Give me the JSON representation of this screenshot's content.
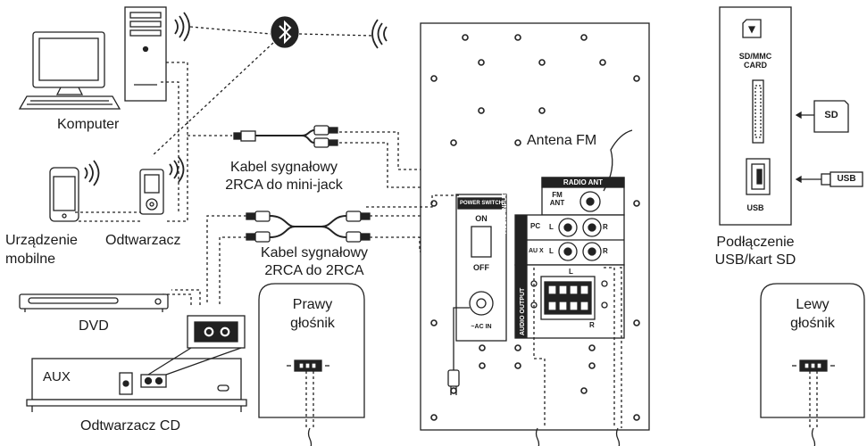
{
  "labels": {
    "computer": "Komputer",
    "mobile_device_line1": "Urządzenie",
    "mobile_device_line2": "mobilne",
    "player": "Odtwarzacz",
    "cable_minijack_line1": "Kabel sygnałowy",
    "cable_minijack_line2": "2RCA do mini-jack",
    "cable_2rca_line1": "Kabel sygnałowy",
    "cable_2rca_line2": "2RCA do 2RCA",
    "dvd": "DVD",
    "aux": "AUX",
    "cd_player": "Odtwarzacz CD",
    "right_speaker_line1": "Prawy",
    "right_speaker_line2": "głośnik",
    "left_speaker_line1": "Lewy",
    "left_speaker_line2": "głośnik",
    "fm_antenna": "Antena FM",
    "usb_sd_line1": "Podłączenie",
    "usb_sd_line2": "USB/kart SD"
  },
  "panel": {
    "radio_ant": "RADIO ANT",
    "fm": "FM",
    "ant": "ANT",
    "audio_input": "AUDIO INPUT",
    "pc": "PC",
    "aux_in": "AU X",
    "left": "L",
    "right": "R",
    "audio_output": "AUDIO OUTPUT",
    "power_switch": "POWER SWITCH",
    "on": "ON",
    "off": "OFF",
    "ac_in": "~AC IN"
  },
  "usb_panel": {
    "sd_mmc_line1": "SD/MMC",
    "sd_mmc_line2": "CARD",
    "usb": "USB",
    "sd_tag": "SD",
    "usb_tag": "USB"
  },
  "icons": [
    "computer-icon",
    "pc-tower-icon",
    "bluetooth-icon",
    "wifi-signal-icon",
    "smartphone-icon",
    "mp3-player-icon",
    "rca-plug-icon",
    "minijack-plug-icon",
    "dvd-player-icon",
    "cd-player-icon",
    "speaker-icon",
    "power-plug-icon",
    "sd-card-icon",
    "usb-port-icon"
  ]
}
